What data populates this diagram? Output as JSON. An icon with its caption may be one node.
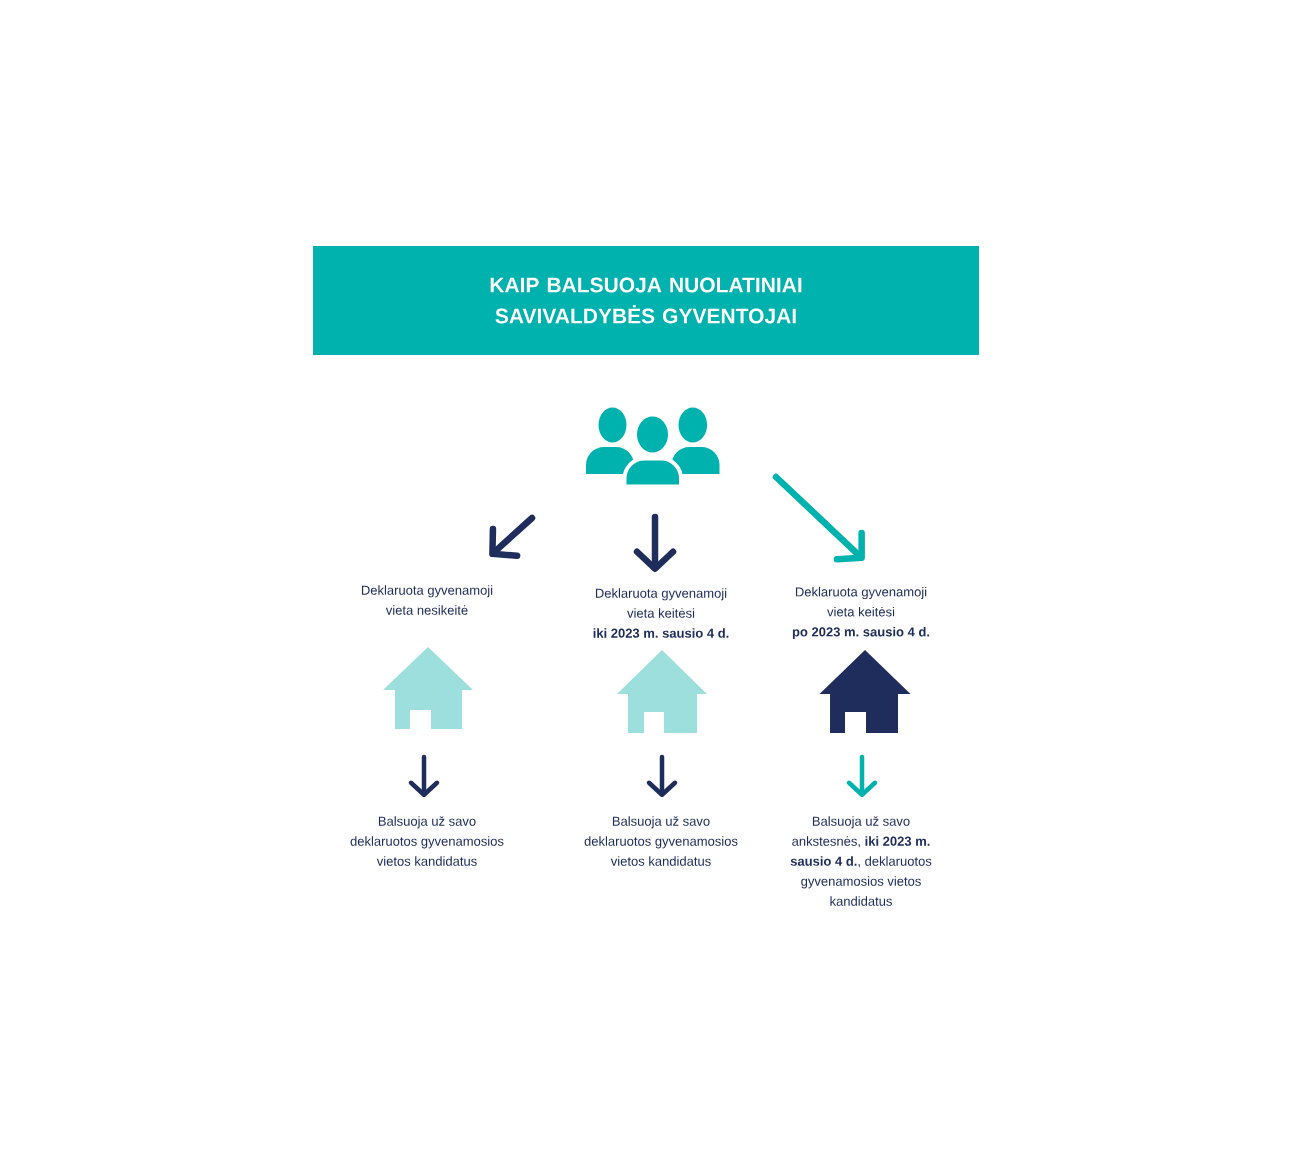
{
  "diagram": {
    "title": "KAIP BALSUOJA NUOLATINIAI SAVIVALDYBĖS GYVENTOJAI",
    "nodes": [
      {
        "text": [],
        "shape": "person"
      },
      {
        "text": [
          "Deklaruota gyvenamoji vieta nesikeitė"
        ]
      },
      {
        "text": [
          "Deklaruota gyvenamoji vieta keitėsi",
          "iki 2023 m. sausio 4 d."
        ]
      },
      {
        "text": [
          "Deklaruota gyvenamoji vieta keitėsi",
          "po 2023 m. sausio 4 d."
        ]
      },
      {
        "text": [],
        "shape": "house"
      },
      {
        "text": [],
        "shape": "house"
      },
      {
        "text": [],
        "shape": "house"
      },
      {
        "text": [
          "Balsuoja už savo deklaruotos gyvenamosios vietos kandidatus"
        ]
      },
      {
        "text": [
          "Balsuoja už savo deklaruotos gyvenamosios vietos kandidatus"
        ]
      },
      {
        "text": [
          "Balsuoja už savo ankstesnės, **iki 2023 m. sausio 4 d.**, deklaruotos gyvenamosios vietos kandidatus"
        ]
      }
    ],
    "edges": [
      {
        "from": 0,
        "to": 1,
        "arrow": "to"
      },
      {
        "from": 0,
        "to": 2,
        "arrow": "to"
      },
      {
        "from": 0,
        "to": 3,
        "arrow": "to",
        "color": "#00b2ad"
      },
      {
        "from": 4,
        "to": 7,
        "arrow": "to"
      },
      {
        "from": 5,
        "to": 8,
        "arrow": "to"
      },
      {
        "from": 6,
        "to": 9,
        "arrow": "to",
        "color": "#00b2ad"
      }
    ]
  }
}
